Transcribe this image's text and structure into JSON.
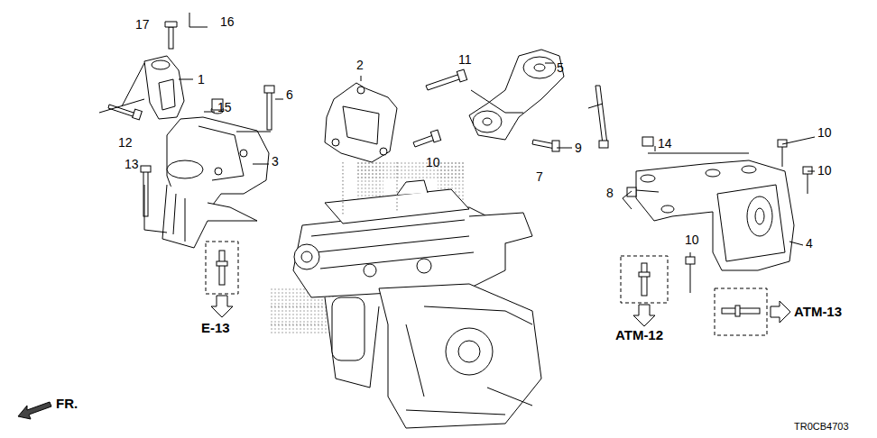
{
  "diagram": {
    "labels": [
      "17",
      "16",
      "1",
      "12",
      "15",
      "6",
      "13",
      "3",
      "2",
      "11",
      "10",
      "5",
      "7",
      "9",
      "14",
      "10",
      "10",
      "8",
      "4",
      "10",
      "E-13",
      "ATM-12",
      "ATM-13",
      "FR.",
      "TR0CB4703"
    ]
  }
}
